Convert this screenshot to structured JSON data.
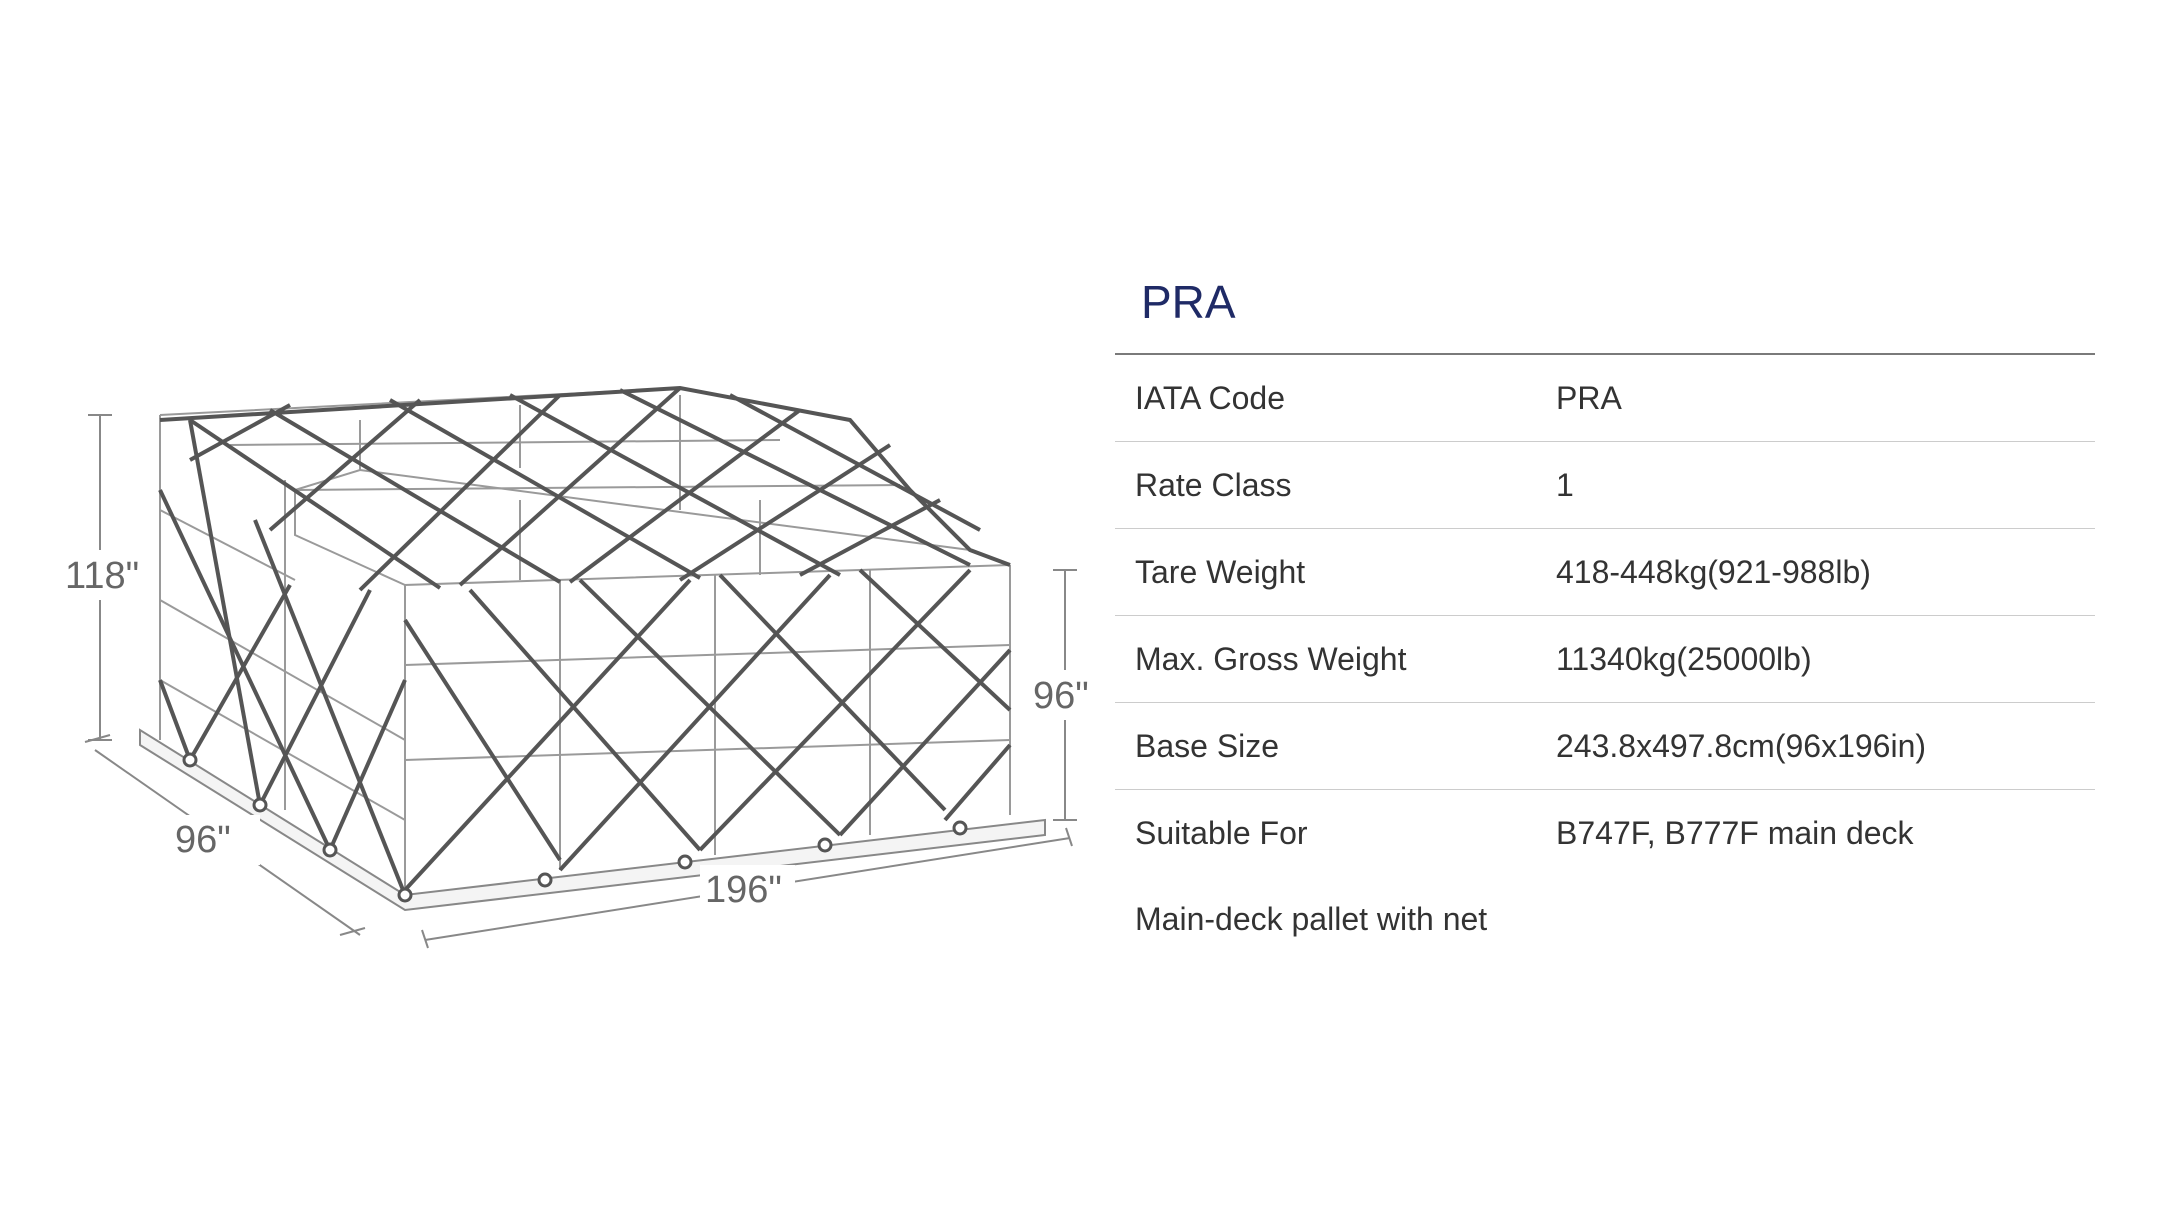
{
  "illustration": {
    "name": "pallet-net-diagram",
    "dimension_labels": {
      "overall_height": "118\"",
      "side_height": "96\"",
      "width": "96\"",
      "length": "196\""
    }
  },
  "spec": {
    "title": "PRA",
    "rows": [
      {
        "label": "IATA Code",
        "value": "PRA"
      },
      {
        "label": "Rate Class",
        "value": "1"
      },
      {
        "label": "Tare Weight",
        "value": "418-448kg(921-988lb)"
      },
      {
        "label": "Max. Gross Weight",
        "value": "11340kg(25000lb)"
      },
      {
        "label": "Base Size",
        "value": "243.8x497.8cm(96x196in)"
      },
      {
        "label": "Suitable For",
        "value": "B747F, B777F main deck"
      }
    ],
    "note": "Main-deck pallet with net"
  },
  "colors": {
    "title": "#1f2a66",
    "text": "#333333",
    "rule": "#7a7a7a",
    "row_divider": "#cccccc",
    "drawing_line": "#888888",
    "net_line": "#555555"
  }
}
